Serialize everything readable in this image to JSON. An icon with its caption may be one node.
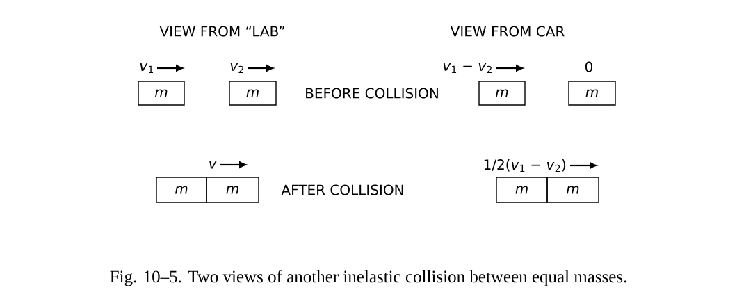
{
  "diagram": {
    "caption": "Fig. 10–5. Two views of another inelastic collision between equal masses.",
    "nodes": [
      {
        "text": [
          "m"
        ]
      },
      {
        "text": [
          "m"
        ]
      },
      {
        "text": [
          "m"
        ]
      },
      {
        "text": [
          "m"
        ]
      },
      {
        "text": [
          "m"
        ]
      },
      {
        "text": [
          "m"
        ]
      },
      {
        "text": [
          "m"
        ]
      },
      {
        "text": [
          "m"
        ]
      }
    ],
    "labels": [
      "VIEW FROM “LAB”",
      "VIEW FROM CAR",
      "*v*$_{1}$",
      "*v*$_{2}$",
      "*v*$_{1}$ − *v*$_{2}$",
      "0",
      "BEFORE COLLISION",
      "*v*",
      "1/2(*v*$_{1}$ − *v*$_{2}$)",
      "AFTER COLLISION"
    ]
  }
}
